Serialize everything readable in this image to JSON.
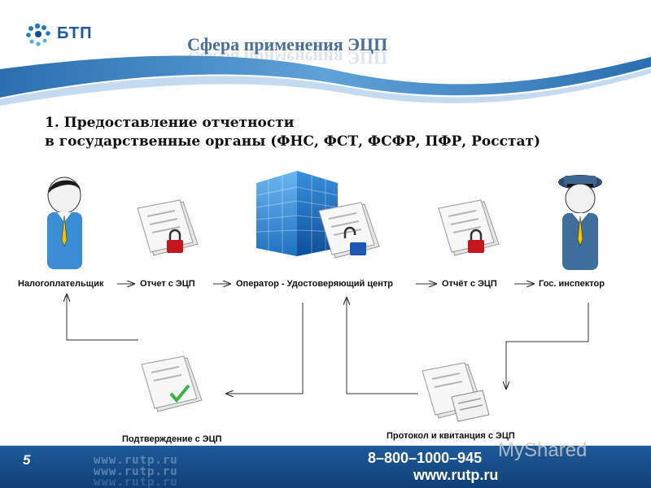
{
  "header": {
    "logo_text": "БТП",
    "title": "Сфера применения ЭЦП"
  },
  "heading": {
    "line1": "1. Предоставление отчетности",
    "line2": "в государственные органы (ФНС, ФСТ, ФСФР, ПФР, Росстат)"
  },
  "flow": {
    "taxpayer": "Налогоплательщик",
    "report1": "Отчет с ЭЦП",
    "operator": "Оператор - Удостоверяющий центр",
    "report2": "Отчёт с ЭЦП",
    "inspector": "Гос. инспектор",
    "confirmation": "Подтверждение с ЭЦП",
    "protocol": "Протокол  и квитанция с ЭЦП"
  },
  "footer": {
    "page_number": "5",
    "phone": "8–800–1000–945",
    "url": "www.rutp.ru",
    "faint_lines": [
      "www.rutp.ru",
      "www.rutp.ru",
      "www.rutp.ru"
    ],
    "watermark": "MyShared"
  },
  "colors": {
    "brand_blue": "#1b5aa6",
    "title_blue": "#4a6f9c",
    "footer_blue": "#1e5b9a",
    "lock_red": "#c4161c",
    "lock_blue": "#1f57b5",
    "check_green": "#39b54a"
  }
}
